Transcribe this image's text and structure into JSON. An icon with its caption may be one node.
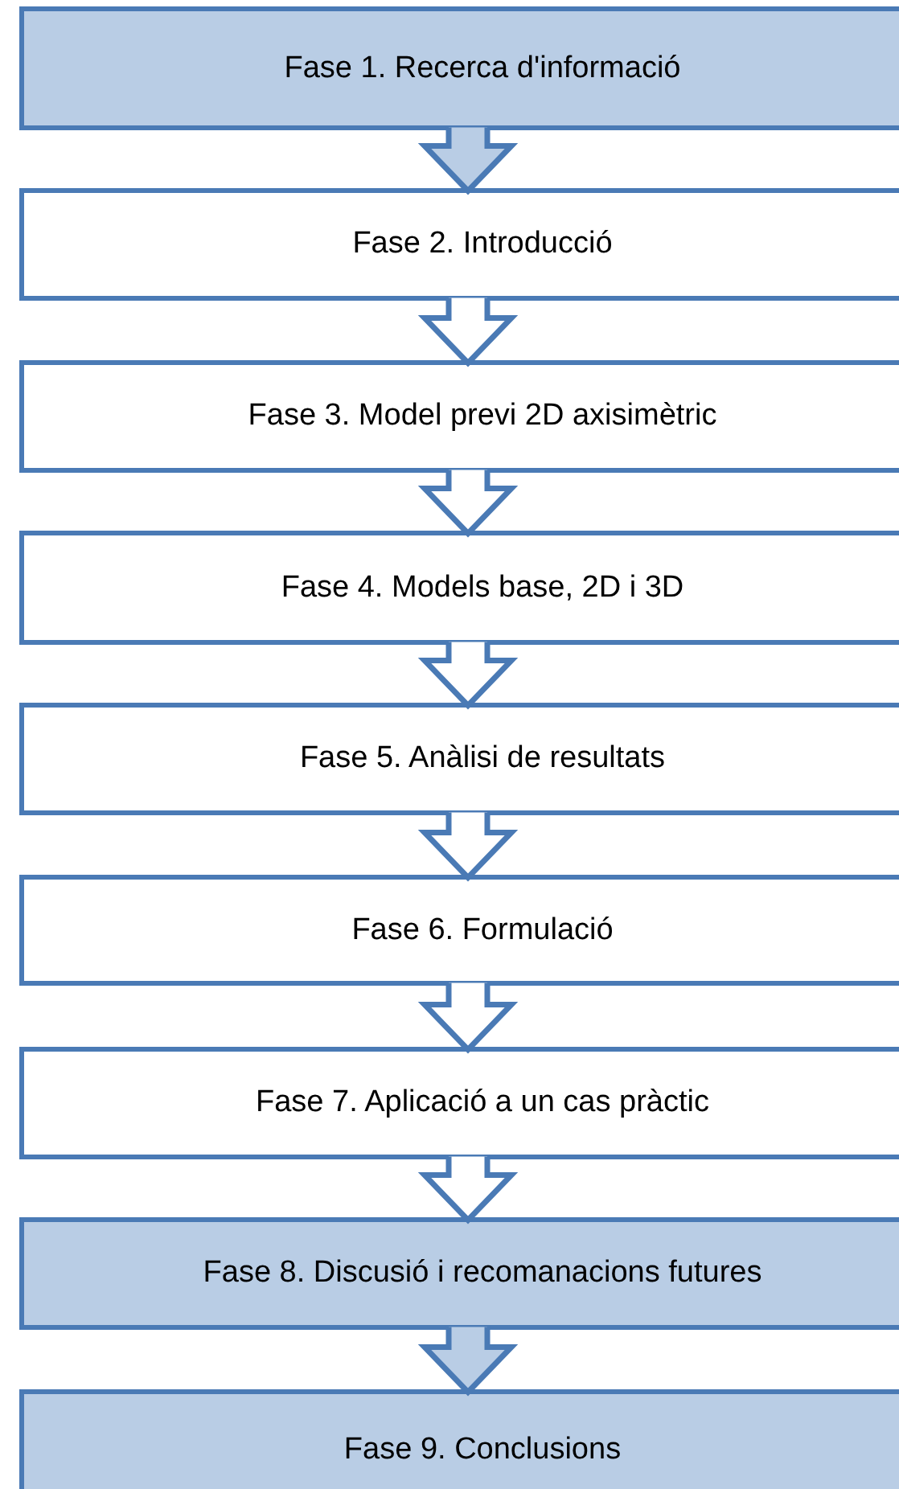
{
  "diagram": {
    "nodes": [
      {
        "text": [
          "Fase 1. Recerca d'informació"
        ]
      },
      {
        "text": [
          "Fase 2. Introducció"
        ]
      },
      {
        "text": [
          "Fase 3. Model previ 2D axisimètric"
        ]
      },
      {
        "text": [
          "Fase 4. Models base, 2D i 3D"
        ]
      },
      {
        "text": [
          "Fase 5. Anàlisi de resultats"
        ]
      },
      {
        "text": [
          "Fase 6. Formulació"
        ]
      },
      {
        "text": [
          "Fase 7. Aplicació a un cas pràctic"
        ]
      },
      {
        "text": [
          "Fase 8. Discusió i recomanacions futures"
        ]
      },
      {
        "text": [
          "Fase 9. Conclusions"
        ]
      }
    ],
    "edges": [
      {
        "from": 0,
        "to": 1,
        "arrow": "to"
      },
      {
        "from": 1,
        "to": 2,
        "arrow": "to"
      },
      {
        "from": 2,
        "to": 3,
        "arrow": "to"
      },
      {
        "from": 3,
        "to": 4,
        "arrow": "to"
      },
      {
        "from": 4,
        "to": 5,
        "arrow": "to"
      },
      {
        "from": 5,
        "to": 6,
        "arrow": "to"
      },
      {
        "from": 6,
        "to": 7,
        "arrow": "to"
      },
      {
        "from": 7,
        "to": 8,
        "arrow": "to"
      }
    ]
  }
}
